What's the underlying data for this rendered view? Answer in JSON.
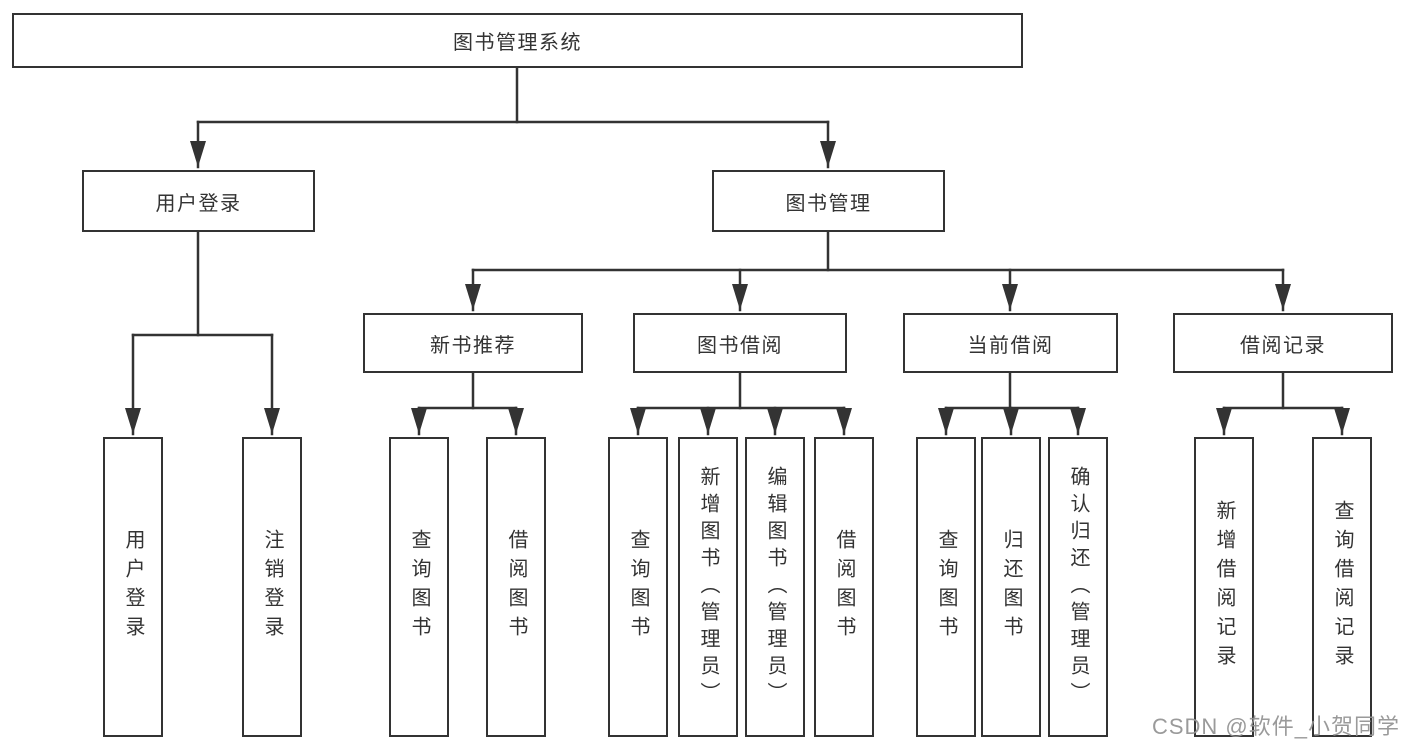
{
  "diagram": {
    "root": {
      "label": "图书管理系统"
    },
    "branches": [
      {
        "label": "用户登录",
        "children": [
          {
            "label": "用户登录"
          },
          {
            "label": "注销登录"
          }
        ]
      },
      {
        "label": "图书管理",
        "children": [
          {
            "label": "新书推荐",
            "children": [
              {
                "label": "查询图书"
              },
              {
                "label": "借阅图书"
              }
            ]
          },
          {
            "label": "图书借阅",
            "children": [
              {
                "label": "查询图书"
              },
              {
                "label": "新增图书（管理员）"
              },
              {
                "label": "编辑图书（管理员）"
              },
              {
                "label": "借阅图书"
              }
            ]
          },
          {
            "label": "当前借阅",
            "children": [
              {
                "label": "查询图书"
              },
              {
                "label": "归还图书"
              },
              {
                "label": "确认归还（管理员）"
              }
            ]
          },
          {
            "label": "借阅记录",
            "children": [
              {
                "label": "新增借阅记录"
              },
              {
                "label": "查询借阅记录"
              }
            ]
          }
        ]
      }
    ],
    "colors": {
      "line": "#333333",
      "text": "#333333",
      "watermark": "#919191",
      "background": "#ffffff"
    },
    "watermark": "CSDN @软件_小贺同学"
  }
}
